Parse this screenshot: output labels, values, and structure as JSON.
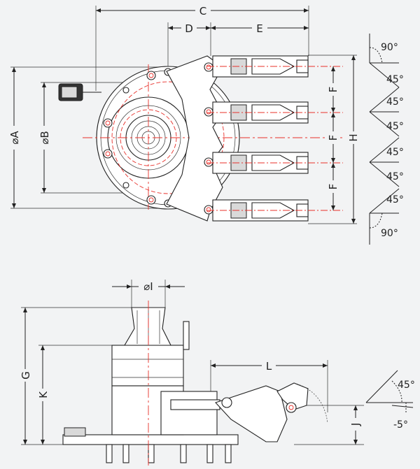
{
  "dimensions": {
    "C": "C",
    "D": "D",
    "E": "E",
    "dia_A": "⌀A",
    "dia_B": "⌀B",
    "F": "F",
    "H": "H",
    "dia_I": "⌀I",
    "G": "G",
    "K": "K",
    "L": "L",
    "J": "J"
  },
  "angles": {
    "top": "90°",
    "a1": "45°",
    "a2": "45°",
    "a3": "45°",
    "a4": "45°",
    "a5": "45°",
    "a6": "45°",
    "bottom": "90°",
    "side_open": "45°",
    "side_close": "-5°"
  },
  "colors": {
    "line": "#222222",
    "centerline": "#e8302a",
    "background": "#f2f3f4"
  }
}
